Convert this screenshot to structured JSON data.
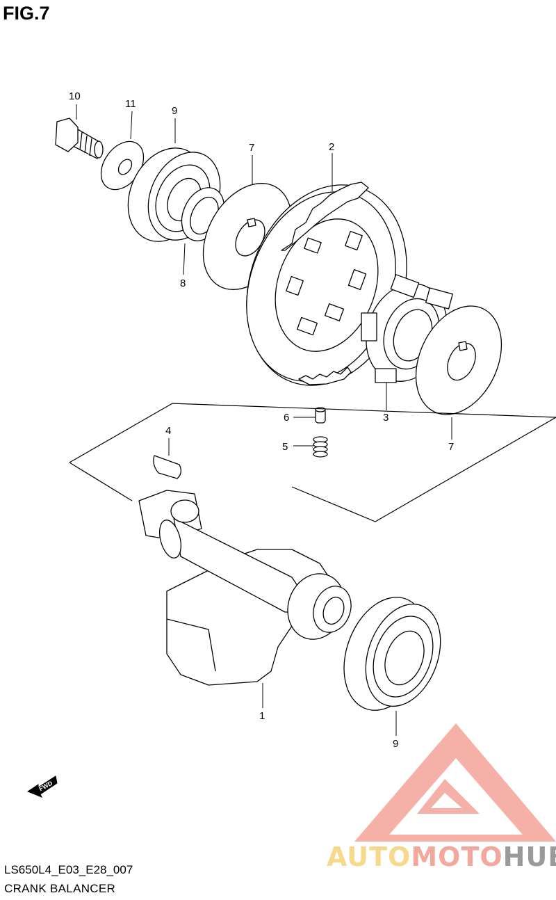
{
  "figure": {
    "title": "FIG.7"
  },
  "callouts": [
    {
      "id": "c10",
      "number": "10"
    },
    {
      "id": "c11",
      "number": "11"
    },
    {
      "id": "c9a",
      "number": "9"
    },
    {
      "id": "c7a",
      "number": "7"
    },
    {
      "id": "c2",
      "number": "2"
    },
    {
      "id": "c8",
      "number": "8"
    },
    {
      "id": "c6",
      "number": "6"
    },
    {
      "id": "c5",
      "number": "5"
    },
    {
      "id": "c4",
      "number": "4"
    },
    {
      "id": "c3",
      "number": "3"
    },
    {
      "id": "c7b",
      "number": "7"
    },
    {
      "id": "c1",
      "number": "1"
    },
    {
      "id": "c9b",
      "number": "9"
    }
  ],
  "direction_arrow": {
    "label": "FWD"
  },
  "footer": {
    "code": "LS650L4_E03_E28_007",
    "caption": "CRANK BALANCER"
  },
  "watermark": {
    "auto": "AUTO",
    "moto": "MOTO",
    "hub": "HUB",
    "colors": {
      "auto": "#f6d98a",
      "moto": "#f2a89c",
      "hub": "#9a9a9a",
      "triangle": "#f08a80"
    }
  }
}
